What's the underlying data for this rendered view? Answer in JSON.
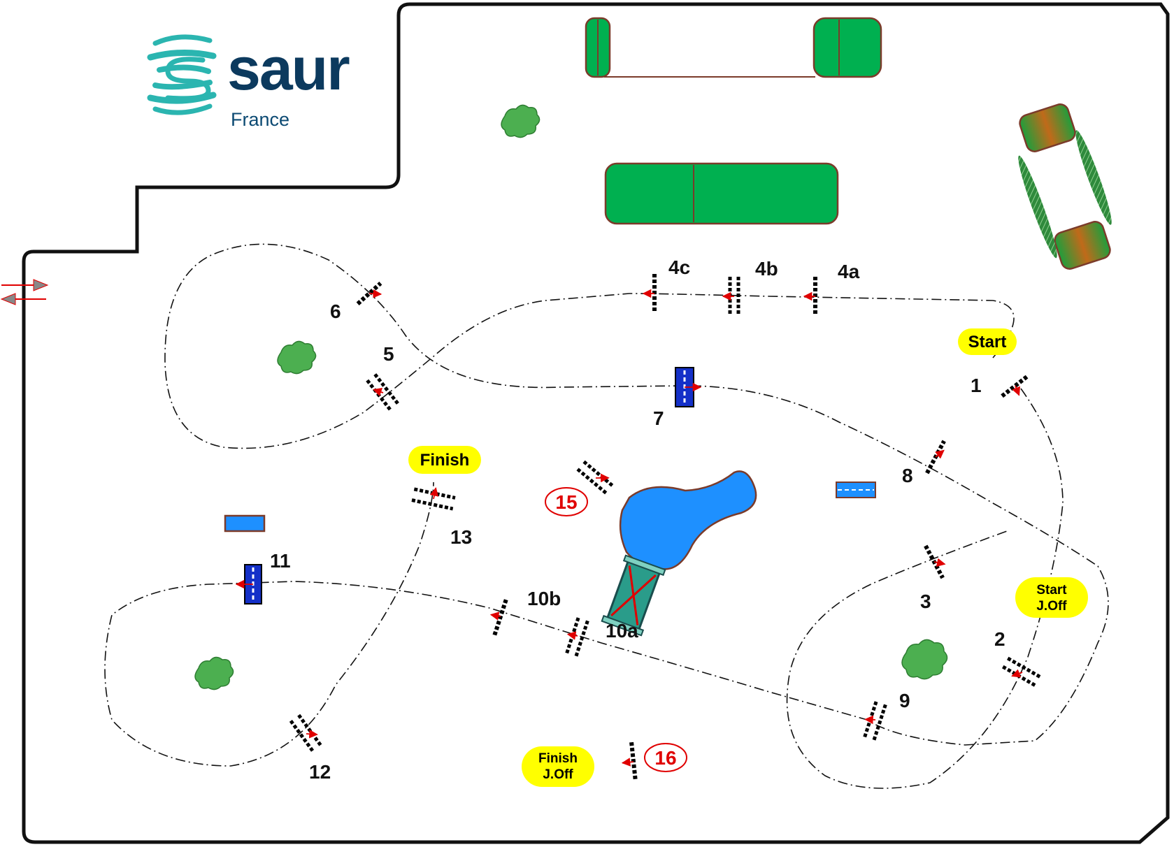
{
  "sponsor": {
    "name": "saur",
    "subtitle": "France",
    "color": "#2bb5b0"
  },
  "labels": {
    "j1": "1",
    "j2": "2",
    "j3": "3",
    "j4a": "4a",
    "j4b": "4b",
    "j4c": "4c",
    "j5": "5",
    "j6": "6",
    "j7": "7",
    "j8": "8",
    "j9": "9",
    "j10a": "10a",
    "j10b": "10b",
    "j11": "11",
    "j12": "12",
    "j13": "13",
    "j15": "15",
    "j16": "16"
  },
  "markers": {
    "start": "Start",
    "finish": "Finish",
    "start_jo_1": "Start",
    "start_jo_2": "J.Off",
    "finish_jo_1": "Finish",
    "finish_jo_2": "J.Off"
  },
  "colors": {
    "grass": "#00b050",
    "water": "#1e90ff",
    "marker_fill": "#ffff00",
    "direction": "#e00000",
    "tree": "#4caf50",
    "border": "#111111"
  },
  "icons": [
    "entry-exit-arrows-icon",
    "tree-icon",
    "pond-icon",
    "flower-box-icon"
  ]
}
